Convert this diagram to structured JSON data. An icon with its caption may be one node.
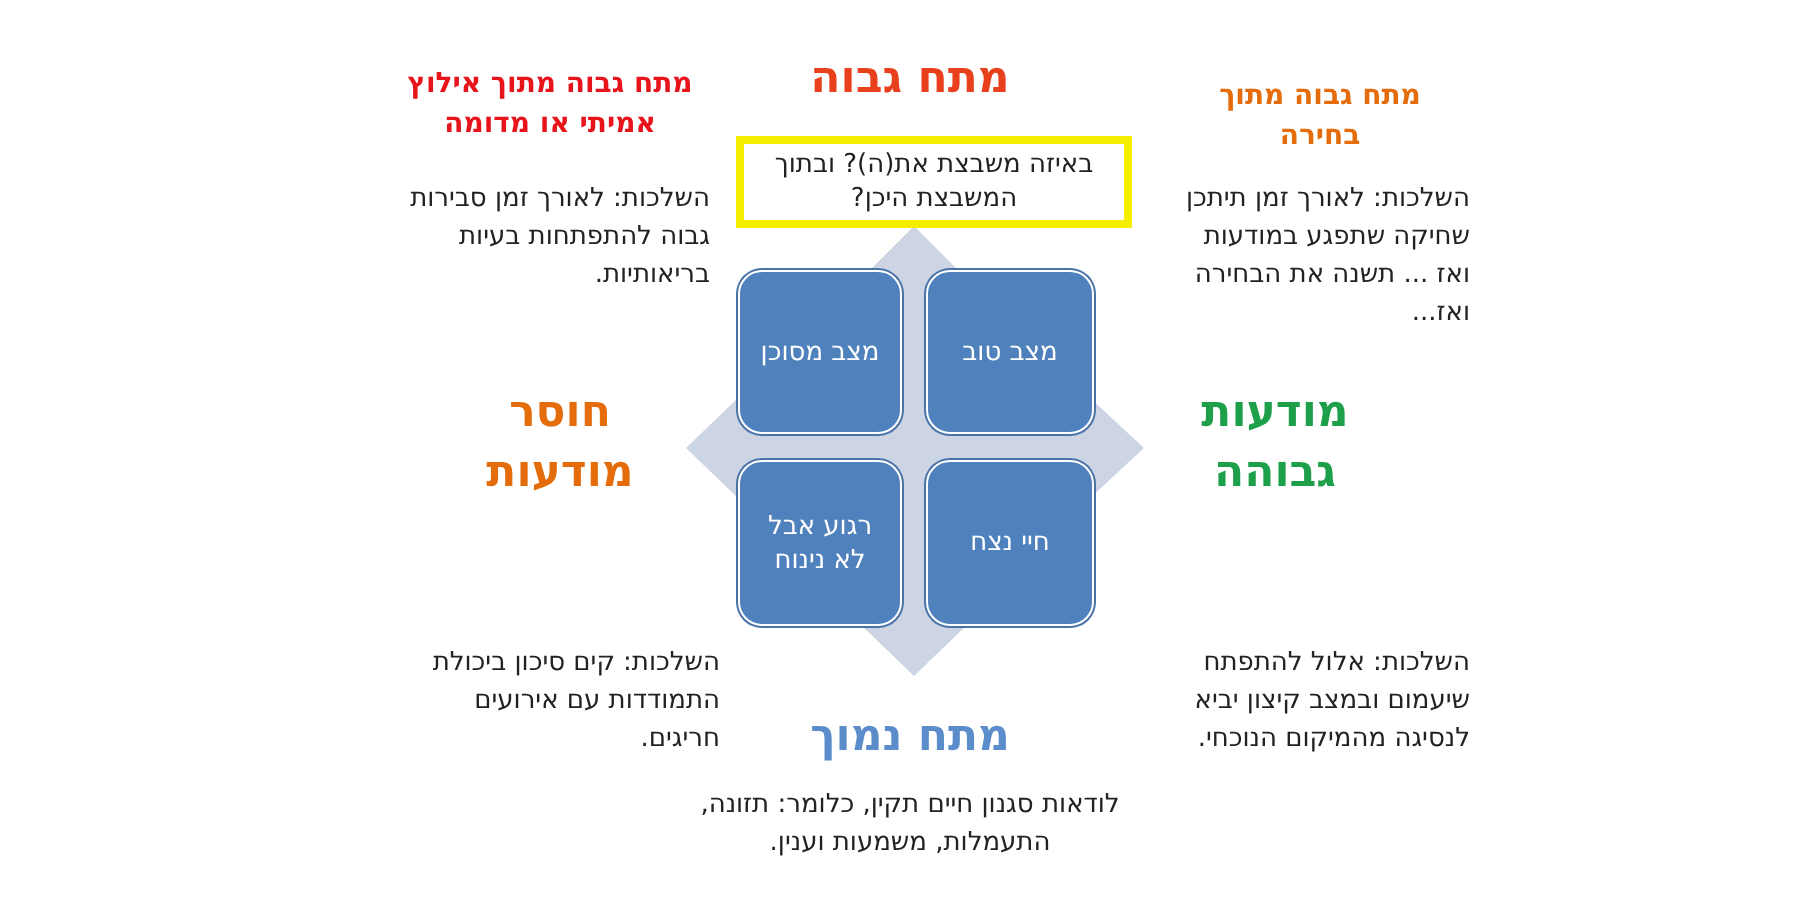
{
  "diagram": {
    "title": "מתח גבוה",
    "nodes": [
      {
        "text": [
          "באיזה משבצת את(ה)? ובתוך המשבצת היכן?"
        ]
      },
      {
        "text": [
          "מצב מסוכן"
        ]
      },
      {
        "text": [
          "מצב טוב"
        ]
      },
      {
        "text": [
          "רגוע אבל לא נינוח"
        ]
      },
      {
        "text": [
          "חיי נצח"
        ]
      }
    ],
    "labels": [
      "מתח גבוה מתוך אילוץ אמיתי או מדומה",
      "מתח גבוה מתוך בחירה",
      "השלכות: לאורך זמן סבירות גבוה להתפתחות בעיות בריאותיות.",
      "השלכות: לאורך זמן תיתכן שחיקה שתפגע במודעות ואז ... תשנה את הבחירה ואז...",
      "חוסר מודעות",
      "מודעות גבוהה",
      "השלכות: קים סיכון ביכולת התמודדות עם אירועים חריגים.",
      "השלכות: אלול להתפתח שיעמום ובמצב קיצון יביא לנסיגה מהמיקום הנוכחי.",
      "מתח נמוך",
      "לודאות סגנון חיים תקין, כלומר: תזונה, התעמלות, משמעות וענין."
    ]
  }
}
